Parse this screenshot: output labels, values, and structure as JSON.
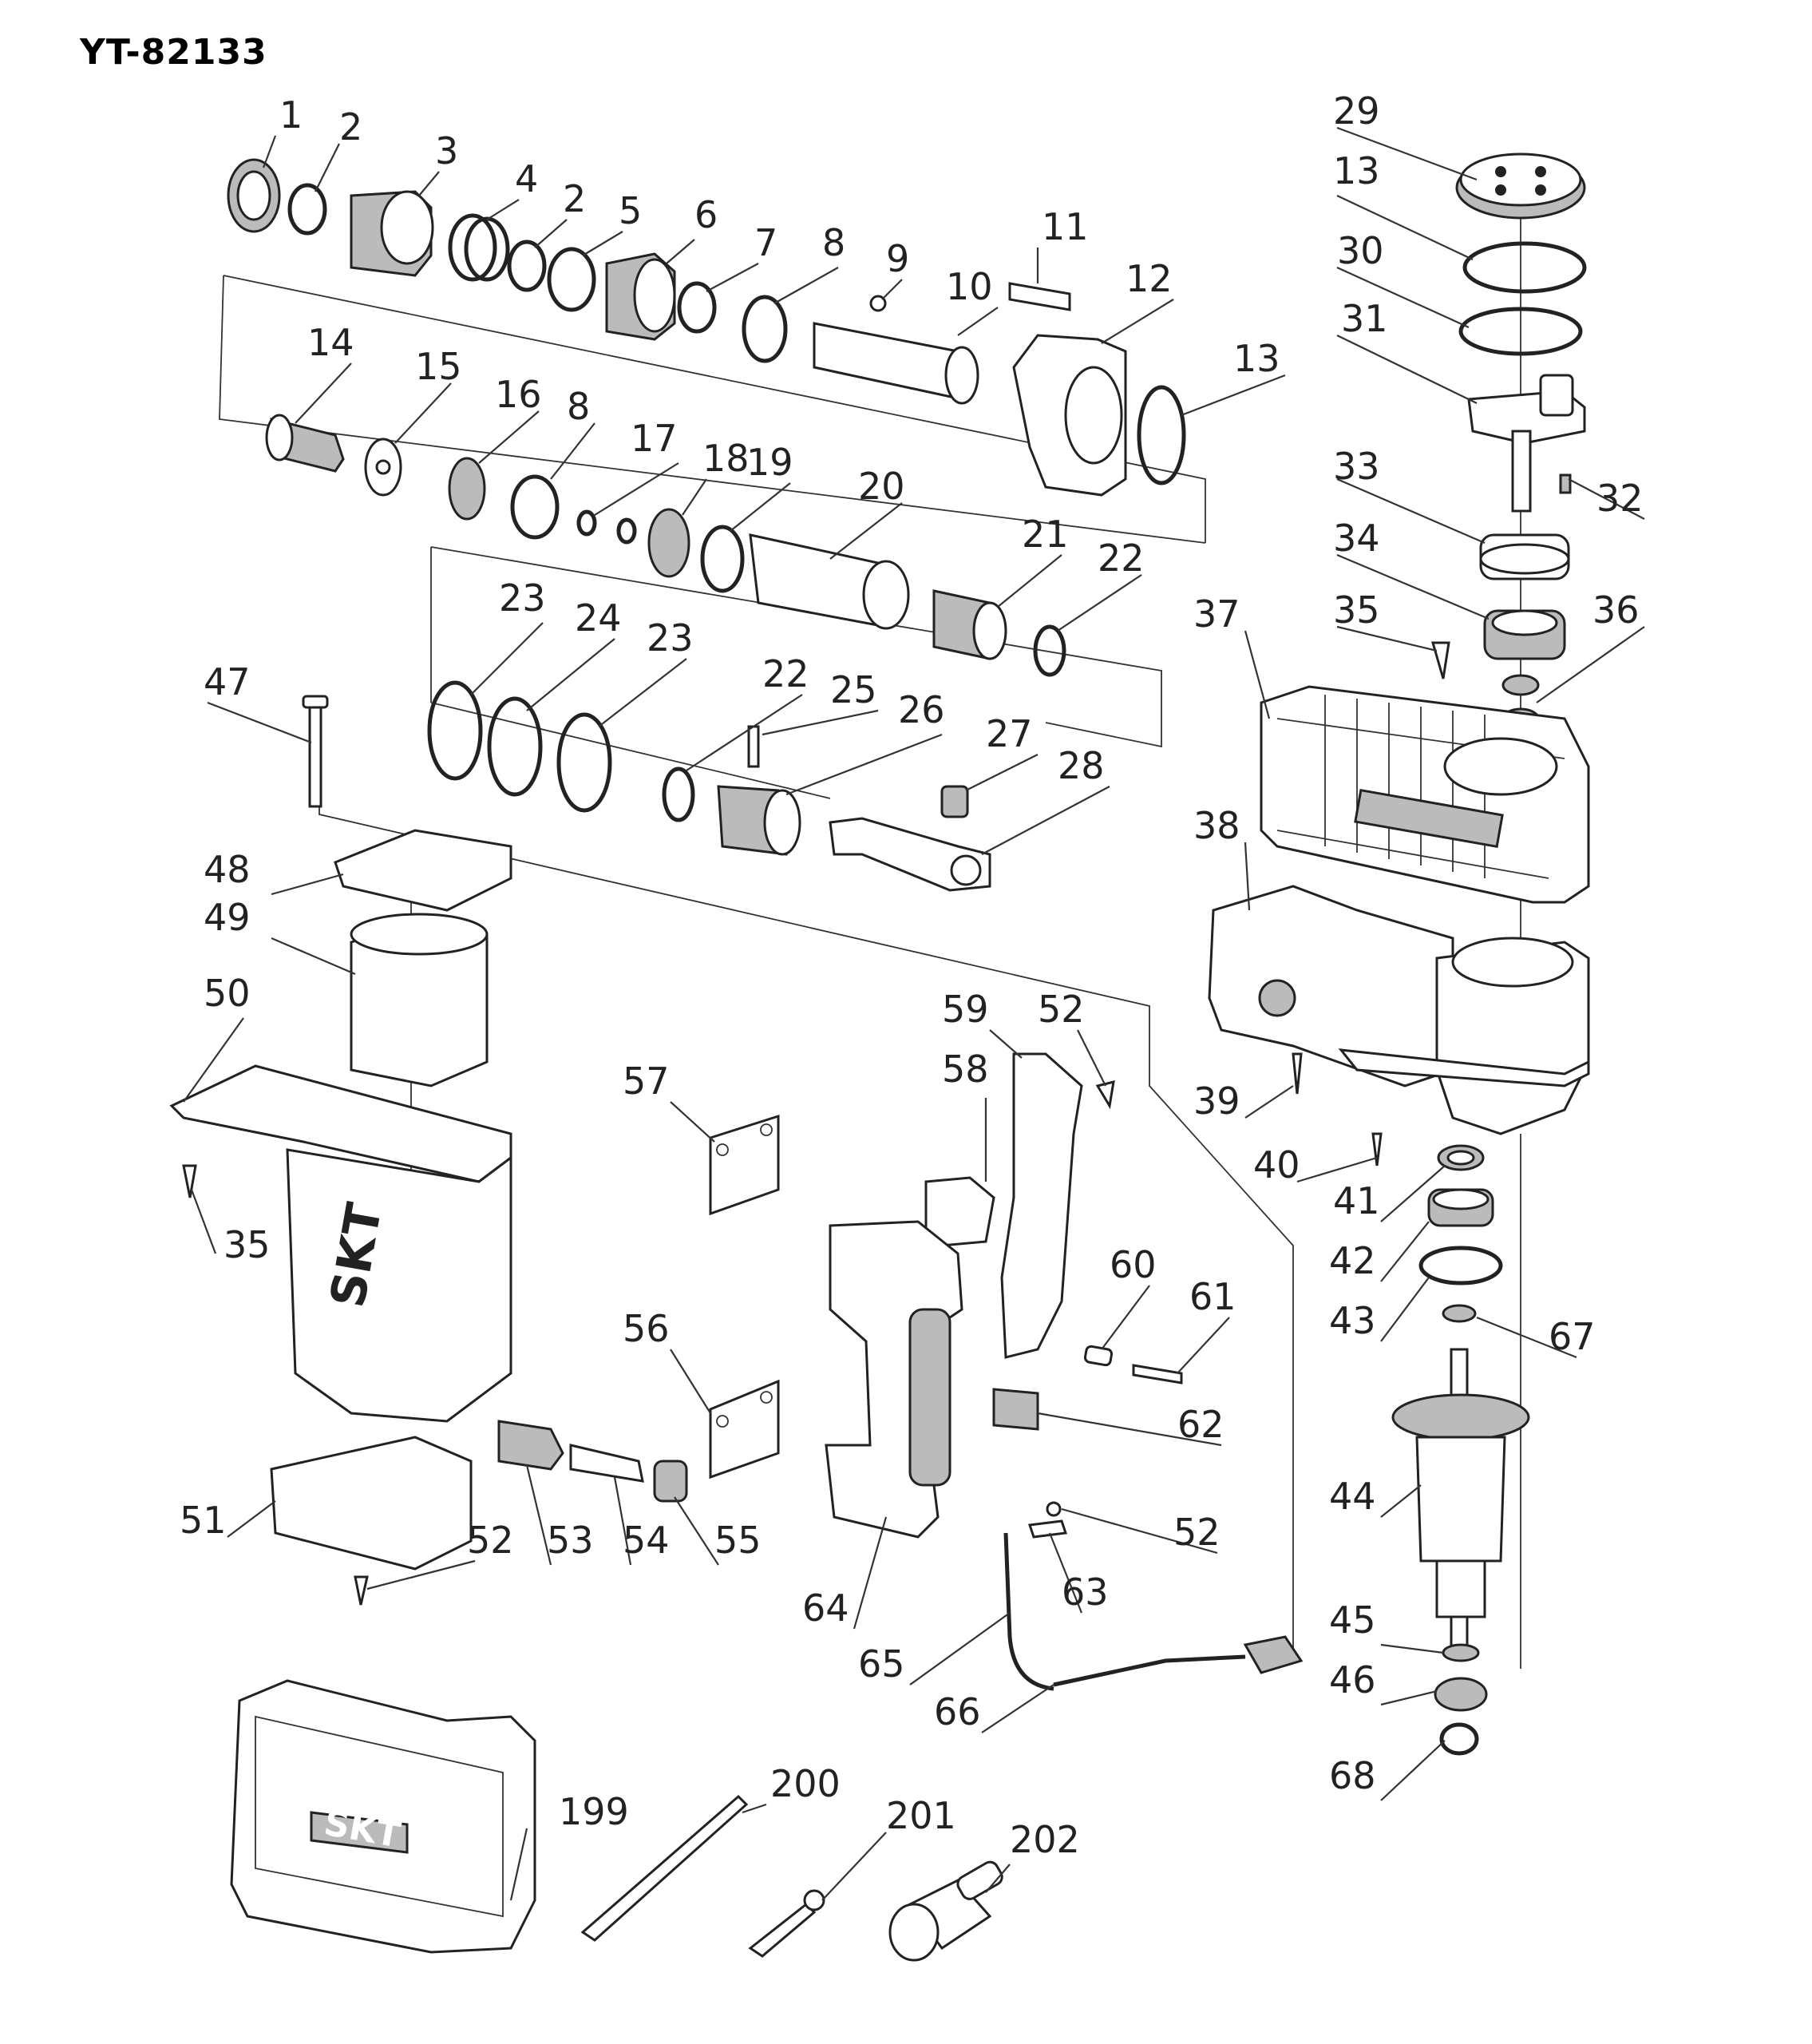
{
  "model_code": "YT-82133",
  "colors": {
    "line": "#222222",
    "shade": "#bbbbbb",
    "background": "#ffffff"
  },
  "case_logo_text": "SKT",
  "part_numbers": [
    "1",
    "2",
    "3",
    "4",
    "2",
    "5",
    "6",
    "7",
    "8",
    "9",
    "10",
    "11",
    "12",
    "13",
    "14",
    "15",
    "16",
    "8",
    "17",
    "18",
    "19",
    "20",
    "21",
    "22",
    "23",
    "24",
    "23",
    "22",
    "25",
    "26",
    "27",
    "28",
    "29",
    "13",
    "30",
    "31",
    "32",
    "33",
    "34",
    "35",
    "36",
    "37",
    "38",
    "39",
    "40",
    "41",
    "42",
    "43",
    "67",
    "44",
    "45",
    "46",
    "68",
    "47",
    "48",
    "49",
    "50",
    "35",
    "51",
    "52",
    "53",
    "54",
    "55",
    "56",
    "57",
    "58",
    "59",
    "52",
    "60",
    "61",
    "62",
    "52",
    "63",
    "64",
    "65",
    "66",
    "199",
    "200",
    "201",
    "202"
  ]
}
